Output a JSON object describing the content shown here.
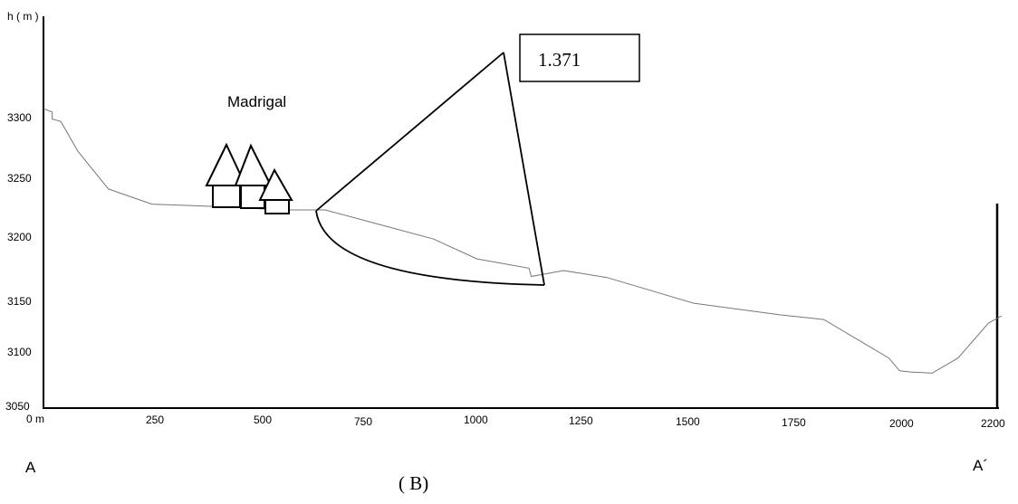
{
  "profile": {
    "ylabel": "h ( m )",
    "y_ticks": [
      "3300",
      "3250",
      "3200",
      "3150",
      "3100",
      "3050"
    ],
    "x_ticks": [
      "0 m",
      "250",
      "500",
      "750",
      "1000",
      "1250",
      "1500",
      "1750",
      "2000",
      "2200"
    ],
    "start_label": "A",
    "end_label": "A´",
    "place_label": "Madrigal",
    "value_box": "1.371",
    "panel_label": "( B)",
    "terrain": [
      [
        0,
        3307
      ],
      [
        20,
        3304
      ],
      [
        20,
        3298
      ],
      [
        40,
        3296
      ],
      [
        80,
        3270
      ],
      [
        150,
        3238
      ],
      [
        250,
        3225
      ],
      [
        400,
        3223
      ],
      [
        550,
        3220
      ],
      [
        650,
        3220
      ],
      [
        750,
        3210
      ],
      [
        900,
        3195
      ],
      [
        1000,
        3178
      ],
      [
        1120,
        3170
      ],
      [
        1125,
        3163
      ],
      [
        1200,
        3168
      ],
      [
        1300,
        3162
      ],
      [
        1500,
        3140
      ],
      [
        1700,
        3130
      ],
      [
        1800,
        3126
      ],
      [
        1950,
        3093
      ],
      [
        1975,
        3082
      ],
      [
        2000,
        3081
      ],
      [
        2050,
        3080
      ],
      [
        2110,
        3093
      ],
      [
        2180,
        3123
      ],
      [
        2210,
        3129
      ]
    ],
    "colors": {
      "axis": "#000000",
      "terrain": "#777777",
      "outline": "#000000"
    }
  }
}
